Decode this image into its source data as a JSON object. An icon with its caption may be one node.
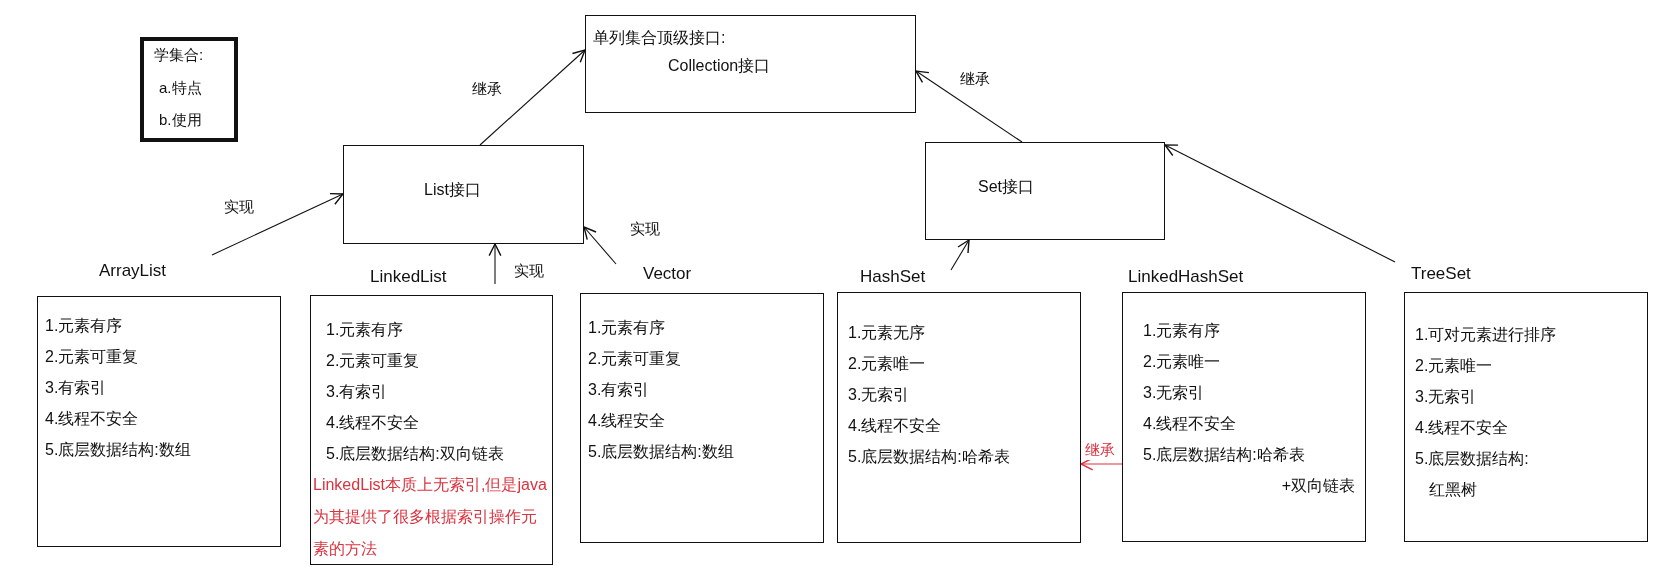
{
  "diagram": {
    "nodes": [
      {
        "text": [
          "学集合:",
          "a.特点",
          "b.使用"
        ]
      },
      {
        "text": [
          "单列集合顶级接口:",
          "Collection接口"
        ]
      },
      {
        "text": [
          "List接口"
        ]
      },
      {
        "text": [
          "Set接口"
        ]
      },
      {
        "text": [
          "1.元素有序",
          "2.元素可重复",
          "3.有索引",
          "4.线程不安全",
          "5.底层数据结构:数组"
        ],
        "beside": [
          "ArrayList"
        ]
      },
      {
        "text": [
          "1.元素有序",
          "2.元素可重复",
          "3.有索引",
          "4.线程不安全",
          "5.底层数据结构:双向链表",
          "LinkedList本质上无索引,但是java为其提供了很多根据索引操作元素的方法"
        ],
        "beside": [
          "LinkedList"
        ]
      },
      {
        "text": [
          "1.元素有序",
          "2.元素可重复",
          "3.有索引",
          "4.线程安全",
          "5.底层数据结构:数组"
        ],
        "beside": [
          "Vector"
        ]
      },
      {
        "text": [
          "1.元素无序",
          "2.元素唯一",
          "3.无索引",
          "4.线程不安全",
          "5.底层数据结构:哈希表"
        ],
        "beside": [
          "HashSet"
        ]
      },
      {
        "text": [
          "1.元素有序",
          "2.元素唯一",
          "3.无索引",
          "4.线程不安全",
          "5.底层数据结构:哈希表",
          "+双向链表"
        ],
        "beside": [
          "LinkedHashSet"
        ]
      },
      {
        "text": [
          "1.可对元素进行排序",
          "2.元素唯一",
          "3.无索引",
          "4.线程不安全",
          "5.底层数据结构:",
          "红黑树"
        ],
        "beside": [
          "TreeSet"
        ]
      }
    ],
    "edges": [
      {
        "from": 2,
        "to": 1,
        "arrow": "to",
        "label": "继承"
      },
      {
        "from": 3,
        "to": 1,
        "arrow": "to",
        "label": "继承"
      },
      {
        "from": 4,
        "to": 2,
        "arrow": "to",
        "label": "实现"
      },
      {
        "from": 5,
        "to": 2,
        "arrow": "to",
        "label": "实现"
      },
      {
        "from": 6,
        "to": 2,
        "arrow": "to",
        "label": "实现"
      },
      {
        "from": 7,
        "to": 3,
        "arrow": "to"
      },
      {
        "from": 9,
        "to": 3,
        "arrow": "to"
      },
      {
        "from": 8,
        "to": 7,
        "arrow": "to",
        "label": "继承",
        "color": "#d9333f"
      }
    ]
  }
}
